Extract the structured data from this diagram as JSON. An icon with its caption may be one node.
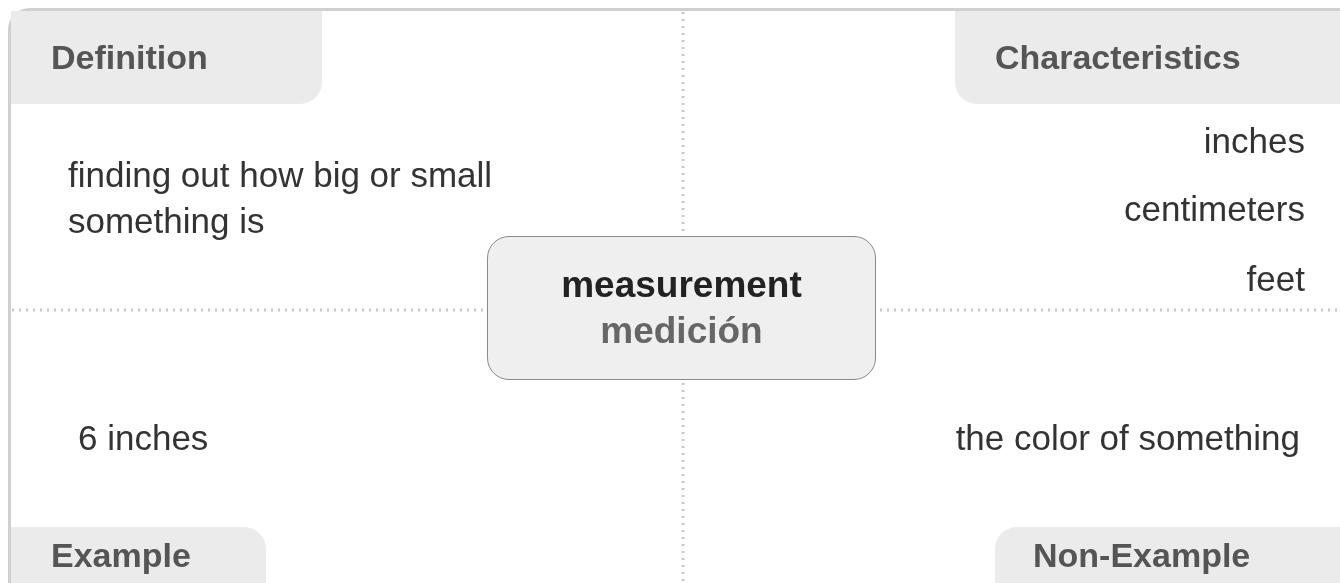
{
  "diagram": {
    "nodes": [
      {
        "text": [
          "Definition"
        ]
      },
      {
        "text": [
          "Characteristics"
        ]
      },
      {
        "text": [
          "measurement",
          "medición"
        ]
      },
      {
        "text": [
          "Example"
        ]
      },
      {
        "text": [
          "Non-Example"
        ]
      }
    ],
    "labels": [
      "finding out how big or small something is",
      "inches",
      "centimeters",
      "feet",
      "6 inches",
      "the color of something"
    ]
  }
}
